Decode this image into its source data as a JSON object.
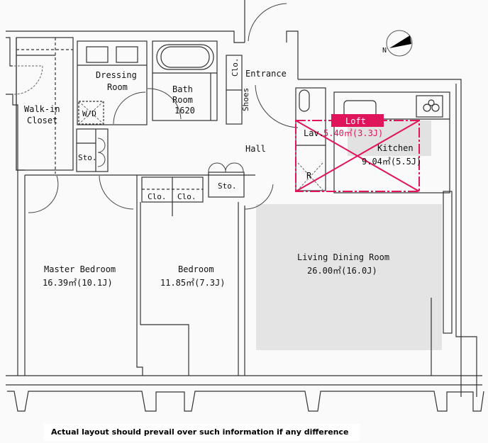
{
  "plan": {
    "rooms": {
      "walk_in_closet": [
        "Walk-in",
        "Closet"
      ],
      "dressing_room": [
        "Dressing",
        "Room"
      ],
      "wd": "W/D",
      "bath_room": [
        "Bath",
        "Room",
        "1620"
      ],
      "shoes": "Shoes",
      "clo_entrance": "Clo.",
      "entrance": "Entrance",
      "hall": "Hall",
      "sto_left": "Sto.",
      "sto_hall": "Sto.",
      "clo_1": "Clo.",
      "clo_2": "Clo.",
      "lav": "Lav.",
      "refrigerator": "R",
      "kitchen": [
        "Kitchen",
        "9.04㎡(5.5J)"
      ],
      "master_bedroom": [
        "Master Bedroom",
        "16.39㎡(10.1J)"
      ],
      "bedroom": [
        "Bedroom",
        "11.85㎡(7.3J)"
      ],
      "living_dining": [
        "Living Dining Room",
        "26.00㎡(16.0J)"
      ]
    },
    "loft": {
      "label": "Loft",
      "area": "5.40㎡(3.3J)",
      "color": "#e0145a"
    },
    "compass": "N",
    "disclaimer": "Actual layout should prevail over such information if any difference exists."
  }
}
